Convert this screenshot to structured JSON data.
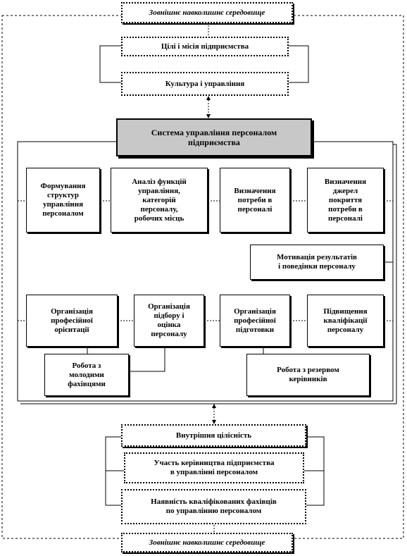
{
  "env_top": "Зовнішнє навколишнє середовище",
  "env_bottom": "Зовнішнє навколишнє середовище",
  "goals": "Цілі і місія підприємства",
  "culture": "Культура і управління",
  "system": "Система управління персоналом\nпідприємства",
  "row1": [
    "Формування\nструктур\nуправління\nперсоналом",
    "Аналіз функцій\nуправління,\nкатегорій\nперсоналу,\nробочих місць",
    "Визначення\nпотреби в\nперсоналі",
    "Визначення\nджерел\nпокриття\nпотреби в\nперсоналі"
  ],
  "motivation": "Мотивація результатів\nі поведінки персоналу",
  "row2": [
    "Організація\nпрофесійної\nорієнтації",
    "Організація\nпідбору і\nоцінка\nперсоналу",
    "Організація\nпрофесійної\nпідготовки",
    "Підвищення\nкваліфікації\nперсоналу"
  ],
  "young": "Робота з\nмолодими\nфахівцями",
  "reserve": "Робота з резервом\nкерівників",
  "integrity": "Внутрішня цілісність",
  "participation": "Участь керівництва підприємства\nв управлінні персоналом",
  "qualified": "Наявність кваліфікованих фахівців\nпо управлінню персоналом"
}
